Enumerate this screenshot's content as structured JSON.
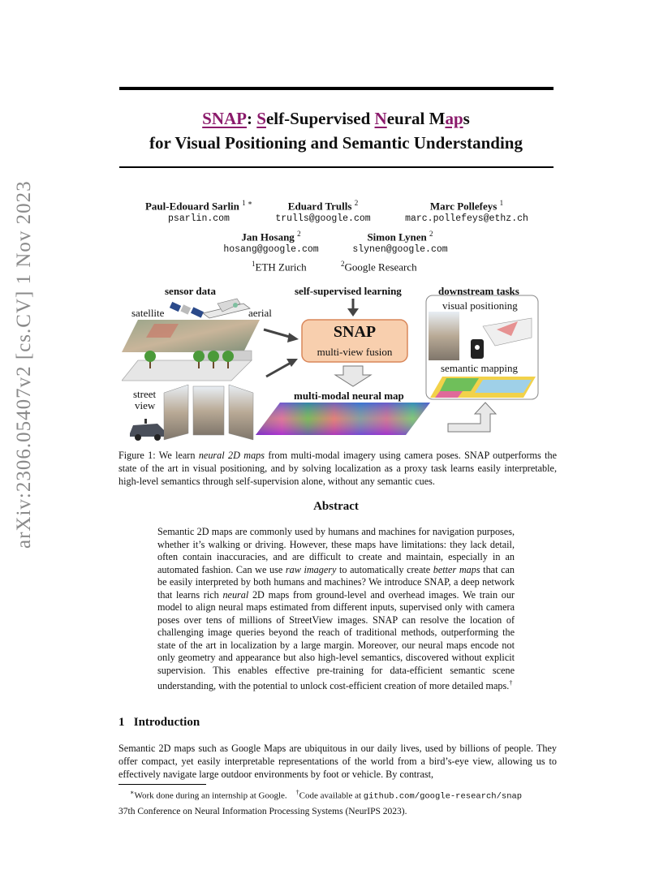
{
  "arxiv_id": "arXiv:2306.05407v2  [cs.CV]  1 Nov 2023",
  "title": {
    "line1_parts": [
      "SNAP",
      ": ",
      "S",
      "elf-Supervised ",
      "N",
      "eural M",
      "ap",
      "s"
    ],
    "line2": "for Visual Positioning and Semantic Understanding"
  },
  "authors": [
    {
      "name": "Paul-Edouard Sarlin",
      "sup": "1 ∗",
      "email": "psarlin.com"
    },
    {
      "name": "Eduard Trulls",
      "sup": "2",
      "email": "trulls@google.com"
    },
    {
      "name": "Marc Pollefeys",
      "sup": "1",
      "email": "marc.pollefeys@ethz.ch"
    },
    {
      "name": "Jan Hosang",
      "sup": "2",
      "email": "hosang@google.com"
    },
    {
      "name": "Simon Lynen",
      "sup": "2",
      "email": "slynen@google.com"
    }
  ],
  "affiliations": [
    {
      "sup": "1",
      "name": "ETH Zurich"
    },
    {
      "sup": "2",
      "name": "Google Research"
    }
  ],
  "figure": {
    "sensor_data": "sensor data",
    "satellite": "satellite",
    "aerial": "aerial",
    "street": "street",
    "view": "view",
    "ssl": "self-supervised learning",
    "snap": "SNAP",
    "fusion": "multi-view fusion",
    "neural_map": "multi-modal neural map",
    "downstream": "downstream tasks",
    "visual_positioning": "visual positioning",
    "semantic_mapping": "semantic mapping",
    "colors": {
      "snap_fill": "#f8cfae",
      "snap_stroke": "#d9875a",
      "arrow": "#444444",
      "title_accent": "#8b1a6b"
    }
  },
  "caption": {
    "prefix": "Figure 1: We learn ",
    "em": "neural 2D maps",
    "rest": " from multi-modal imagery using camera poses. SNAP outperforms the state of the art in visual positioning, and by solving localization as a proxy task learns easily interpretable, high-level semantics through self-supervision alone, without any semantic cues."
  },
  "abstract": {
    "heading": "Abstract",
    "p1": "Semantic 2D maps are commonly used by humans and machines for navigation purposes, whether it’s walking or driving. However, these maps have limitations: they lack detail, often contain inaccuracies, and are difficult to create and maintain, especially in an automated fashion.  Can we use ",
    "em1": "raw imagery",
    "p2": " to automatically create ",
    "em2": "better maps",
    "p3": " that can be easily interpreted by both humans and machines? We introduce SNAP, a deep network that learns rich ",
    "em3": "neural",
    "p4": " 2D maps from ground-level and overhead images. We train our model to align neural maps estimated from different inputs, supervised only with camera poses over tens of millions of StreetView images. SNAP can resolve the location of challenging image queries beyond the reach of traditional methods, outperforming the state of the art in localization by a large margin. Moreover, our neural maps encode not only geometry and appearance but also high-level semantics, discovered without explicit supervision. This enables effective pre-training for data-efficient semantic scene understanding, with the potential to unlock cost-efficient creation of more detailed maps.",
    "dagger": "†"
  },
  "intro": {
    "number": "1",
    "heading": "Introduction",
    "text": "Semantic 2D maps such as Google Maps are ubiquitous in our daily lives, used by billions of people. They offer compact, yet easily interpretable representations of the world from a bird’s-eye view, allowing us to effectively navigate large outdoor environments by foot or vehicle.  By contrast,"
  },
  "footnotes": {
    "star_mark": "∗",
    "star_text": "Work done during an internship at Google.",
    "dagger_mark": "†",
    "dagger_text": "Code available at ",
    "dagger_url": "github.com/google-research/snap"
  },
  "venue": "37th Conference on Neural Information Processing Systems (NeurIPS 2023)."
}
